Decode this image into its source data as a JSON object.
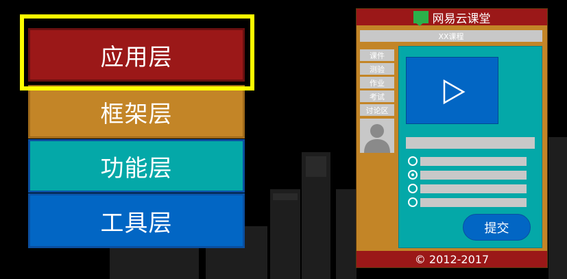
{
  "layers": [
    {
      "label": "应用层",
      "color": "#9b1818",
      "highlighted": true
    },
    {
      "label": "框架层",
      "color": "#c38527"
    },
    {
      "label": "功能层",
      "color": "#04a8a8"
    },
    {
      "label": "工具层",
      "color": "#0266c4"
    }
  ],
  "highlight_color": "#ffff00",
  "app": {
    "title": "网易云课堂",
    "logo_icon": "speech-bubble-icon",
    "course_label": "XX课程",
    "sidebar": [
      "课件",
      "测验",
      "作业",
      "考试",
      "讨论区"
    ],
    "avatar_icon": "user-silhouette-icon",
    "video_icon": "play-icon",
    "options_count": 4,
    "selected_option": 2,
    "submit_label": "提交",
    "footer": "© 2012-2017"
  }
}
